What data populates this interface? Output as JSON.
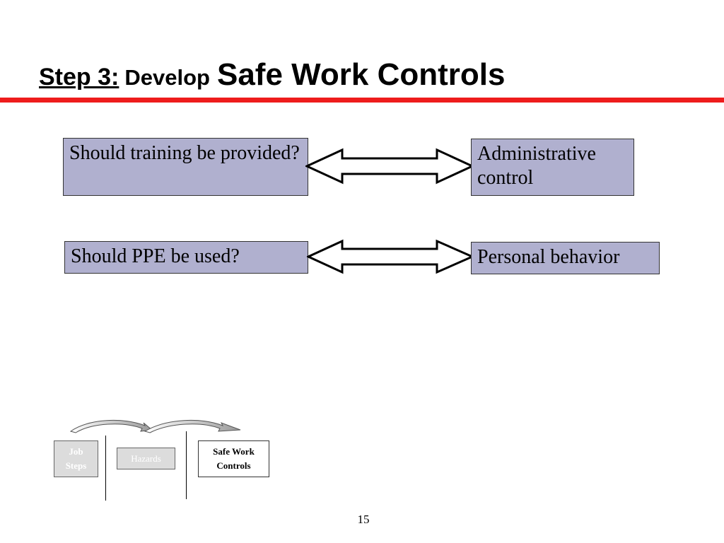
{
  "slide": {
    "title": {
      "step": "Step 3:",
      "develop": "Develop",
      "main": "Safe Work Controls"
    },
    "accent_color": "#ee1c1c",
    "box_color": "#b0b0cf",
    "pairs": [
      {
        "question": "Should training be provided?",
        "answer": "Administrative control"
      },
      {
        "question": "Should PPE be used?",
        "answer": "Personal behavior"
      }
    ],
    "process": {
      "steps": [
        {
          "line1": "Job",
          "line2": "Steps",
          "state": "inactive"
        },
        {
          "line1": "Hazards",
          "state": "inactive"
        },
        {
          "line1": "Safe Work",
          "line2": "Controls",
          "state": "active"
        }
      ]
    },
    "page_number": "15"
  }
}
